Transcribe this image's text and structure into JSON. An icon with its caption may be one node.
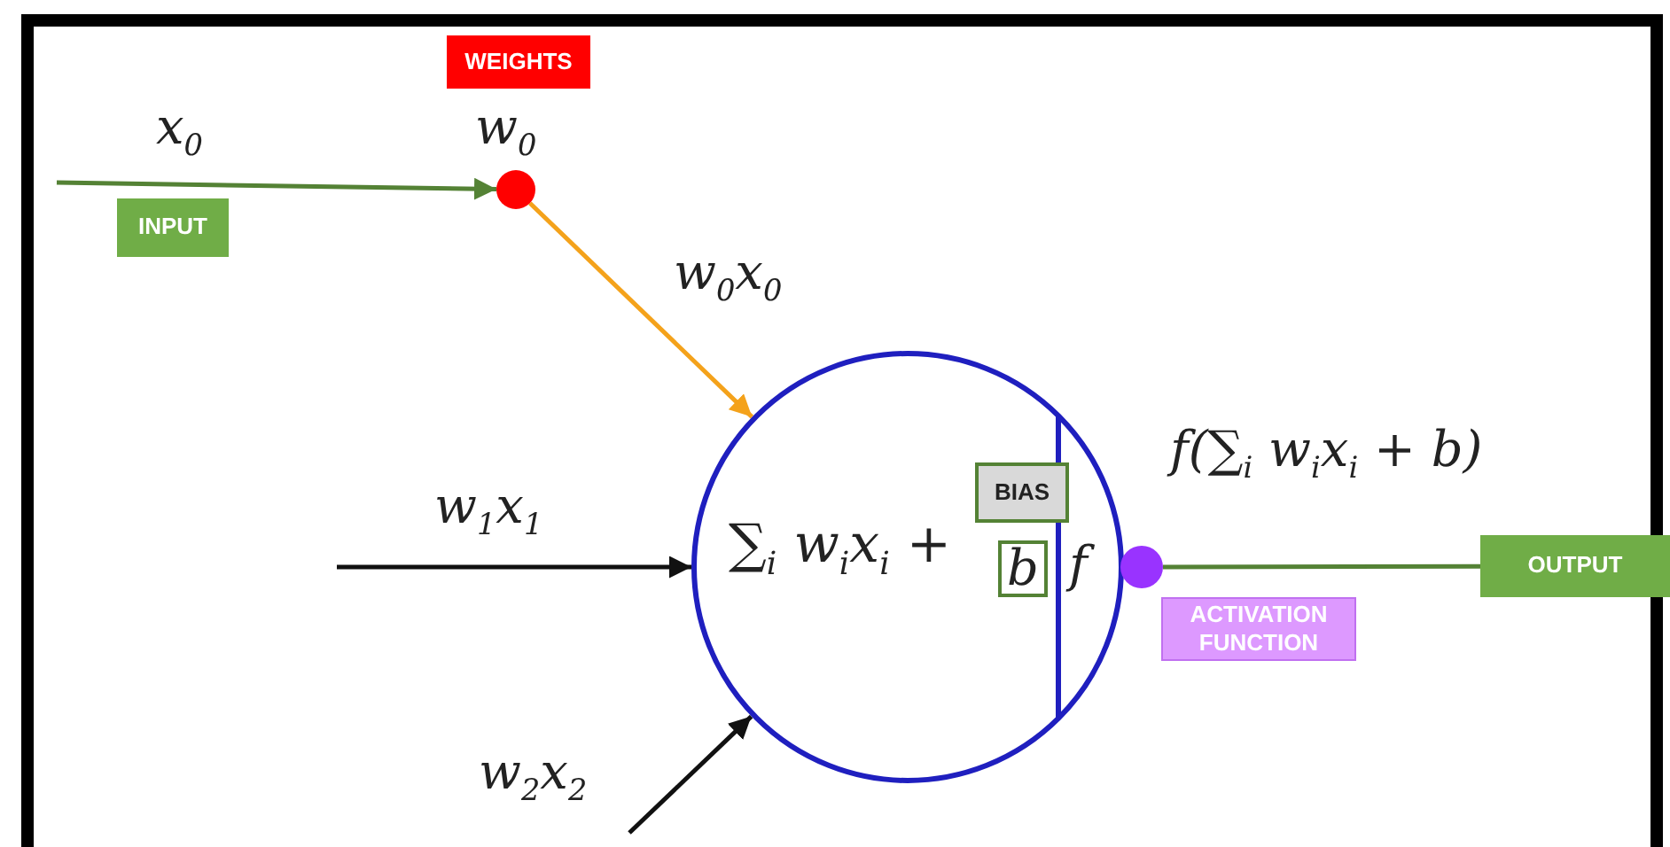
{
  "diagram": {
    "nodes": [
      {
        "text": [
          "WEIGHTS"
        ]
      },
      {
        "text": [],
        "shape": "circle",
        "beside": [
          "w$_{0}$"
        ]
      },
      {
        "text": [
          "INPUT"
        ]
      },
      {
        "text": [
          "∑$_{i}$ w$_{i}$x$_{i}$ +",
          "f"
        ]
      },
      {
        "text": [
          "BIAS"
        ],
        "in": 3
      },
      {
        "text": [
          "b"
        ],
        "in": 3
      },
      {
        "text": [],
        "shape": "circle"
      },
      {
        "text": [
          "ACTIVATION FUNCTION"
        ]
      },
      {
        "text": [
          "OUTPUT"
        ]
      }
    ],
    "edges": [
      {
        "from": null,
        "to": 1,
        "arrow": "to",
        "label": "x$_{0}$",
        "color": "#548235"
      },
      {
        "from": 1,
        "to": 3,
        "arrow": "to",
        "label": "w$_{0}$x$_{0}$",
        "color": "#f4a21b"
      },
      {
        "from": null,
        "to": 3,
        "arrow": "to",
        "label": "w$_{1}$x$_{1}$",
        "color": "#111111"
      },
      {
        "from": null,
        "to": 3,
        "arrow": "to",
        "label": "w$_{2}$x$_{2}$",
        "color": "#111111"
      },
      {
        "from": 6,
        "to": 8,
        "arrow": "none",
        "label": "f(∑$_{i}$ w$_{i}$x$_{i}$ + b)",
        "color": "#548235"
      }
    ]
  }
}
